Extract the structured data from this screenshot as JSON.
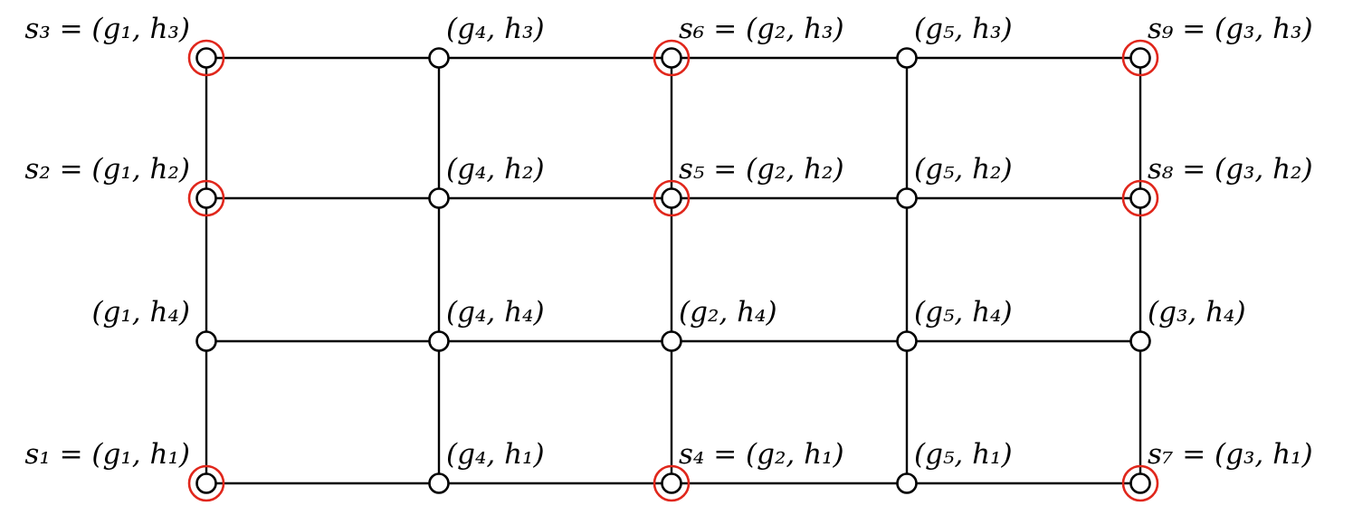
{
  "colors": {
    "edge": "#000000",
    "node_stroke": "#000000",
    "highlight": "#e0261b"
  },
  "grid": {
    "columns": [
      "g1",
      "g4",
      "g2",
      "g5",
      "g3"
    ],
    "rows": [
      "h3",
      "h2",
      "h4",
      "h1"
    ]
  },
  "nodes": [
    {
      "id": "g1-h3",
      "label": "s₃ = (g₁, h₃)",
      "highlighted": true
    },
    {
      "id": "g4-h3",
      "label": "(g₄, h₃)",
      "highlighted": false
    },
    {
      "id": "g2-h3",
      "label": "s₆ = (g₂, h₃)",
      "highlighted": true
    },
    {
      "id": "g5-h3",
      "label": "(g₅, h₃)",
      "highlighted": false
    },
    {
      "id": "g3-h3",
      "label": "s₉ = (g₃, h₃)",
      "highlighted": true
    },
    {
      "id": "g1-h2",
      "label": "s₂ = (g₁, h₂)",
      "highlighted": true
    },
    {
      "id": "g4-h2",
      "label": "(g₄, h₂)",
      "highlighted": false
    },
    {
      "id": "g2-h2",
      "label": "s₅ = (g₂, h₂)",
      "highlighted": true
    },
    {
      "id": "g5-h2",
      "label": "(g₅, h₂)",
      "highlighted": false
    },
    {
      "id": "g3-h2",
      "label": "s₈ = (g₃, h₂)",
      "highlighted": true
    },
    {
      "id": "g1-h4",
      "label": "(g₁, h₄)",
      "highlighted": false
    },
    {
      "id": "g4-h4",
      "label": "(g₄, h₄)",
      "highlighted": false
    },
    {
      "id": "g2-h4",
      "label": "(g₂, h₄)",
      "highlighted": false
    },
    {
      "id": "g5-h4",
      "label": "(g₅, h₄)",
      "highlighted": false
    },
    {
      "id": "g3-h4",
      "label": "(g₃, h₄)",
      "highlighted": false
    },
    {
      "id": "g1-h1",
      "label": "s₁ = (g₁, h₁)",
      "highlighted": true
    },
    {
      "id": "g4-h1",
      "label": "(g₄, h₁)",
      "highlighted": false
    },
    {
      "id": "g2-h1",
      "label": "s₄ = (g₂, h₁)",
      "highlighted": true
    },
    {
      "id": "g5-h1",
      "label": "(g₅, h₁)",
      "highlighted": false
    },
    {
      "id": "g3-h1",
      "label": "s₇ = (g₃, h₁)",
      "highlighted": true
    }
  ]
}
